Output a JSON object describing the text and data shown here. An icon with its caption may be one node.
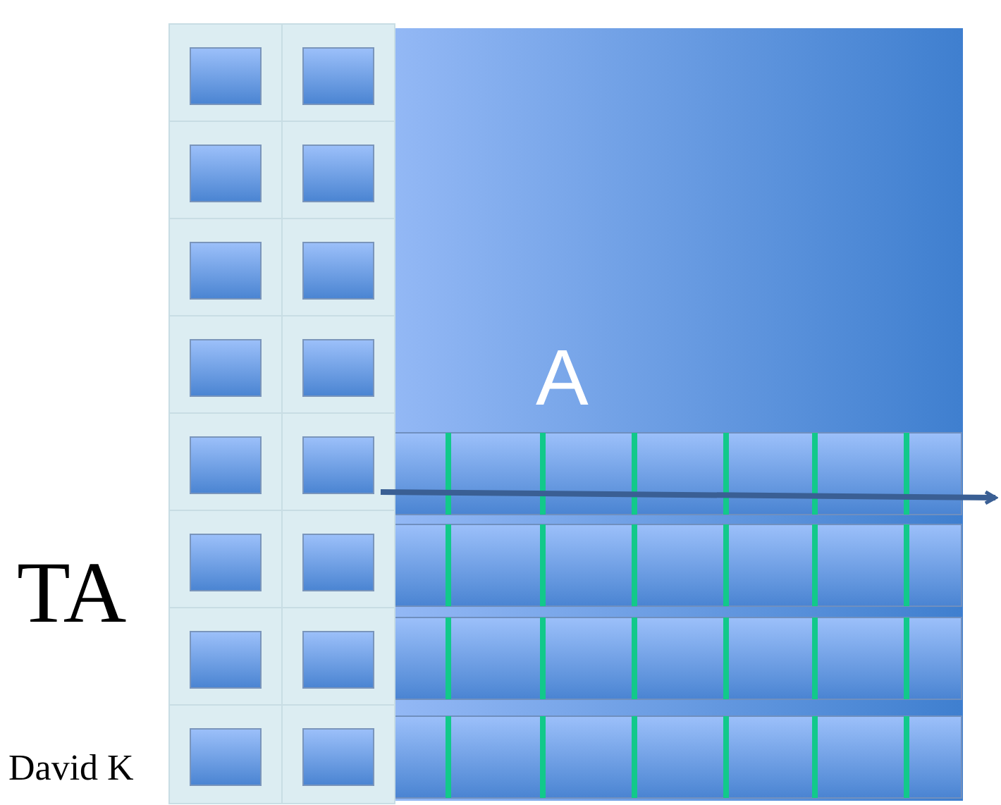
{
  "diagram": {
    "nodes": [
      {
        "text": [
          "A"
        ]
      }
    ],
    "labels": [
      "TA",
      "David K"
    ]
  }
}
